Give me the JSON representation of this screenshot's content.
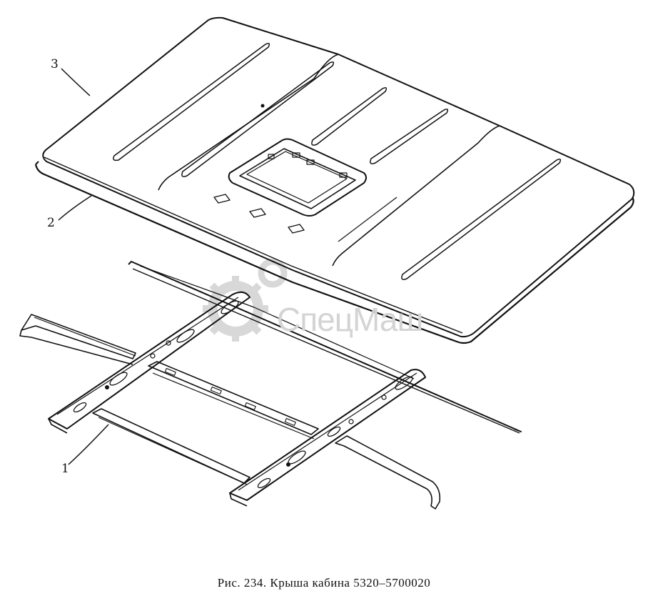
{
  "callouts": {
    "c1": "1",
    "c2": "2",
    "c3": "3"
  },
  "caption": "Рис. 234. Крыша кабина 5320–5700020",
  "watermark": {
    "text": "СпецМаш",
    "icon": "gear-icon"
  },
  "colors": {
    "line": "#111111",
    "watermark": "#d4d4d4"
  }
}
